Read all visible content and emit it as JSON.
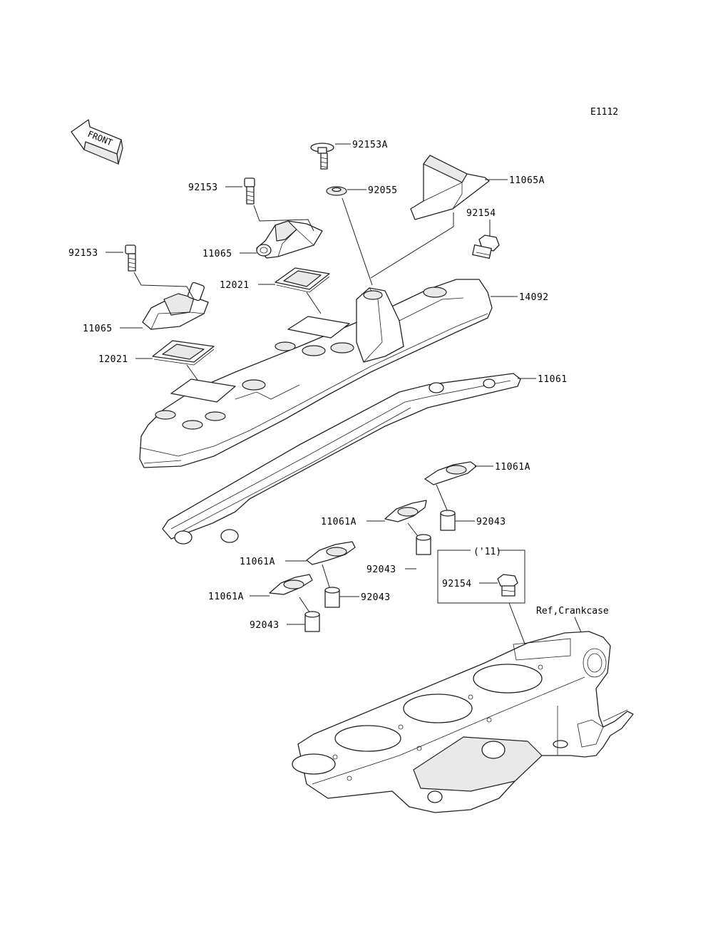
{
  "diagram_code": "E1112",
  "front_label": "FRONT",
  "year_note": "('11)",
  "ref_note": "Ref,Crankcase",
  "labels": {
    "l_92153A": "92153A",
    "l_92055": "92055",
    "l_11065A": "11065A",
    "l_92154_top": "92154",
    "l_92153_a": "92153",
    "l_92153_b": "92153",
    "l_11065_a": "11065",
    "l_11065_b": "11065",
    "l_12021_a": "12021",
    "l_12021_b": "12021",
    "l_14092": "14092",
    "l_11061": "11061",
    "l_11061A_a": "11061A",
    "l_11061A_b": "11061A",
    "l_11061A_c": "11061A",
    "l_11061A_d": "11061A",
    "l_92043_a": "92043",
    "l_92043_b": "92043",
    "l_92043_c": "92043",
    "l_92043_d": "92043",
    "l_92154_box": "92154"
  }
}
